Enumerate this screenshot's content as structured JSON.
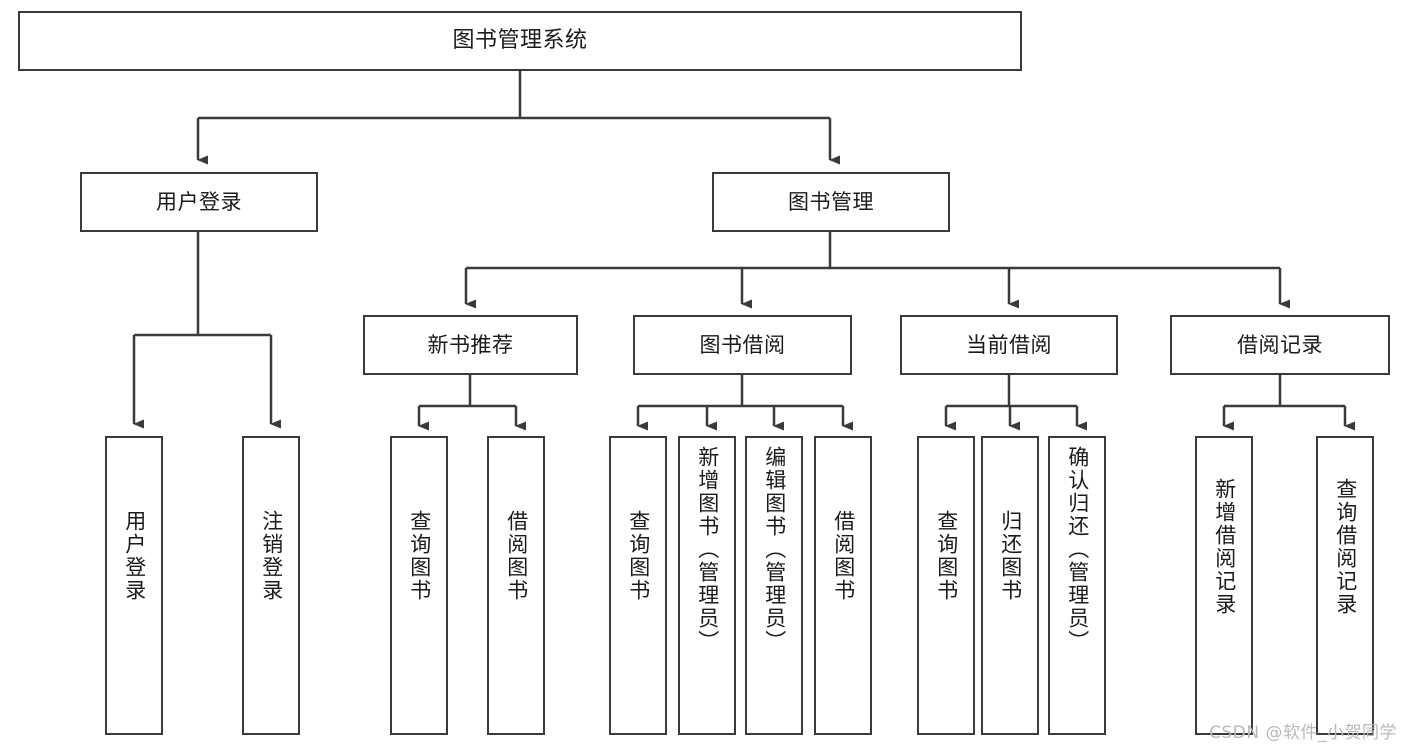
{
  "diagram": {
    "title": "图书管理系统",
    "type": "hierarchy-tree",
    "watermark": "CSDN @软件_小贺同学",
    "colors": {
      "box_border": "#3a3a3a",
      "box_fill": "#ffffff",
      "connector": "#3a3a3a",
      "text": "#1b1b1b",
      "watermark": "#b9b9b9"
    },
    "levels": [
      {
        "level": 1,
        "labels": [
          "图书管理系统"
        ]
      },
      {
        "level": 2,
        "labels": [
          "用户登录",
          "图书管理"
        ]
      },
      {
        "level": 3,
        "labels": [
          "新书推荐",
          "图书借阅",
          "当前借阅",
          "借阅记录"
        ]
      },
      {
        "level": 4,
        "labels": [
          "用户登录",
          "注销登录",
          "查询图书",
          "借阅图书",
          "查询图书",
          "新增图书（管理员）",
          "编辑图书（管理员）",
          "借阅图书",
          "查询图书",
          "归还图书",
          "确认归还（管理员）",
          "新增借阅记录",
          "查询借阅记录"
        ]
      }
    ],
    "nodes": {
      "root": {
        "label": "图书管理系统"
      },
      "user_login": {
        "label": "用户登录"
      },
      "book_manage": {
        "label": "图书管理"
      },
      "new_book_rec": {
        "label": "新书推荐"
      },
      "book_borrow": {
        "label": "图书借阅"
      },
      "current_borrow": {
        "label": "当前借阅"
      },
      "borrow_record": {
        "label": "借阅记录"
      },
      "leaf_user_login": {
        "label": "用户登录"
      },
      "leaf_logout": {
        "label": "注销登录"
      },
      "leaf_query_book_1": {
        "label": "查询图书"
      },
      "leaf_borrow_book_1": {
        "label": "借阅图书"
      },
      "leaf_query_book_2": {
        "label": "查询图书"
      },
      "leaf_add_book": {
        "label": "新增图书（管理员）"
      },
      "leaf_edit_book": {
        "label": "编辑图书（管理员）"
      },
      "leaf_borrow_book_2": {
        "label": "借阅图书"
      },
      "leaf_query_book_3": {
        "label": "查询图书"
      },
      "leaf_return_book": {
        "label": "归还图书"
      },
      "leaf_confirm_return": {
        "label": "确认归还（管理员）"
      },
      "leaf_add_record": {
        "label": "新增借阅记录"
      },
      "leaf_query_record": {
        "label": "查询借阅记录"
      }
    },
    "edges": [
      {
        "from": "root",
        "to": "user_login"
      },
      {
        "from": "root",
        "to": "book_manage"
      },
      {
        "from": "user_login",
        "to": "leaf_user_login"
      },
      {
        "from": "user_login",
        "to": "leaf_logout"
      },
      {
        "from": "book_manage",
        "to": "new_book_rec"
      },
      {
        "from": "book_manage",
        "to": "book_borrow"
      },
      {
        "from": "book_manage",
        "to": "current_borrow"
      },
      {
        "from": "book_manage",
        "to": "borrow_record"
      },
      {
        "from": "new_book_rec",
        "to": "leaf_query_book_1"
      },
      {
        "from": "new_book_rec",
        "to": "leaf_borrow_book_1"
      },
      {
        "from": "book_borrow",
        "to": "leaf_query_book_2"
      },
      {
        "from": "book_borrow",
        "to": "leaf_add_book"
      },
      {
        "from": "book_borrow",
        "to": "leaf_edit_book"
      },
      {
        "from": "book_borrow",
        "to": "leaf_borrow_book_2"
      },
      {
        "from": "current_borrow",
        "to": "leaf_query_book_3"
      },
      {
        "from": "current_borrow",
        "to": "leaf_return_book"
      },
      {
        "from": "current_borrow",
        "to": "leaf_confirm_return"
      },
      {
        "from": "borrow_record",
        "to": "leaf_add_record"
      },
      {
        "from": "borrow_record",
        "to": "leaf_query_record"
      }
    ]
  }
}
